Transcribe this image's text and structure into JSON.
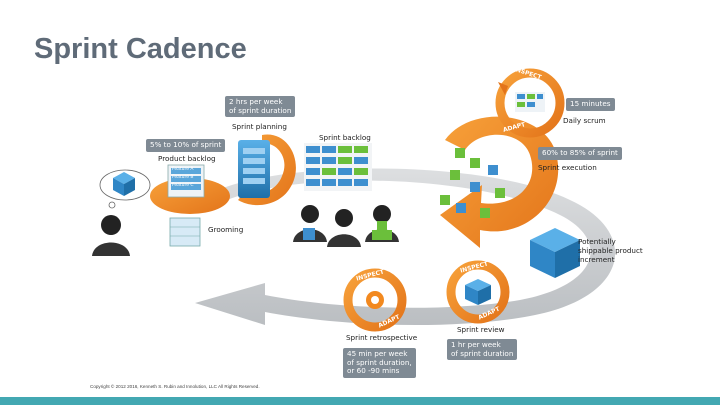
{
  "title": "Sprint Cadence",
  "copyright": "Copyright © 2012 2016, Kenneth S. Rubin and Innolution, LLC All Rights Reserved.",
  "labels": {
    "planning_time": [
      "2 hrs per week",
      "of sprint duration"
    ],
    "sprint_planning": "Sprint planning",
    "product_backlog_time": "5% to 10% of sprint",
    "product_backlog": "Product backlog",
    "sprint_backlog": "Sprint backlog",
    "grooming": "Grooming",
    "daily_scrum_time": "15 minutes",
    "daily_scrum": "Daily scrum",
    "execution_time": "60% to 85% of sprint",
    "sprint_execution": "Sprint execution",
    "increment": [
      "Potentially",
      "shippable product",
      "increment"
    ],
    "sprint_review": "Sprint review",
    "review_time": [
      "1 hr per week",
      "of sprint duration"
    ],
    "sprint_retrospective": "Sprint retrospective",
    "retro_time": [
      "45 min per week",
      "of sprint duration,",
      "or 60 -90 mins"
    ],
    "inspect": "INSPECT",
    "adapt": "ADAPT",
    "features": [
      "Feature A",
      "Feature B",
      "Feature C"
    ]
  },
  "colors": {
    "orange": "#f2891f",
    "gray_arrow": "#c4c7ca",
    "blue": "#2f86c6",
    "green": "#6bbf3b",
    "accent_bar": "#43a8b2",
    "title": "#5f6b78"
  }
}
